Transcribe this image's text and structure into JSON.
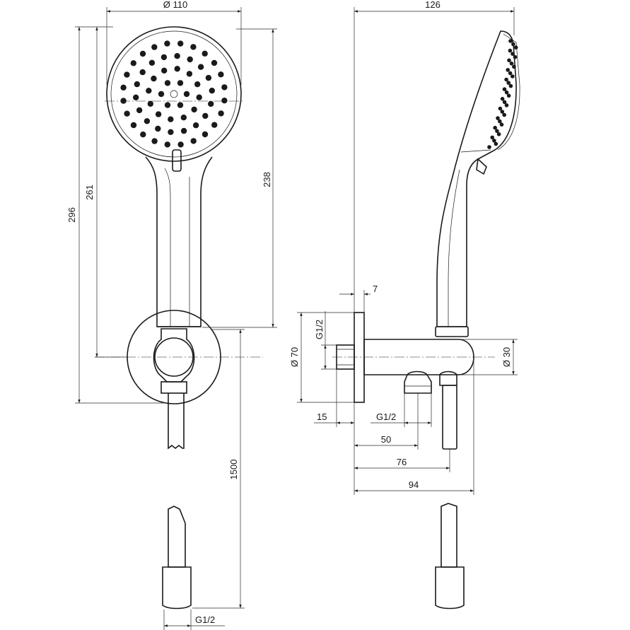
{
  "dimensions": {
    "head_diameter": "Ø 110",
    "overall_depth": "126",
    "length_296": "296",
    "length_261": "261",
    "length_238": "238",
    "hose_length": "1500",
    "thread_bottom": "G1/2",
    "plate_thickness": "7",
    "thread_inlet": "G1/2",
    "plate_diameter": "Ø 70",
    "elbow_diameter": "Ø 30",
    "offset_15": "15",
    "thread_outlet": "G1/2",
    "dist_50": "50",
    "dist_76": "76",
    "dist_94": "94"
  }
}
